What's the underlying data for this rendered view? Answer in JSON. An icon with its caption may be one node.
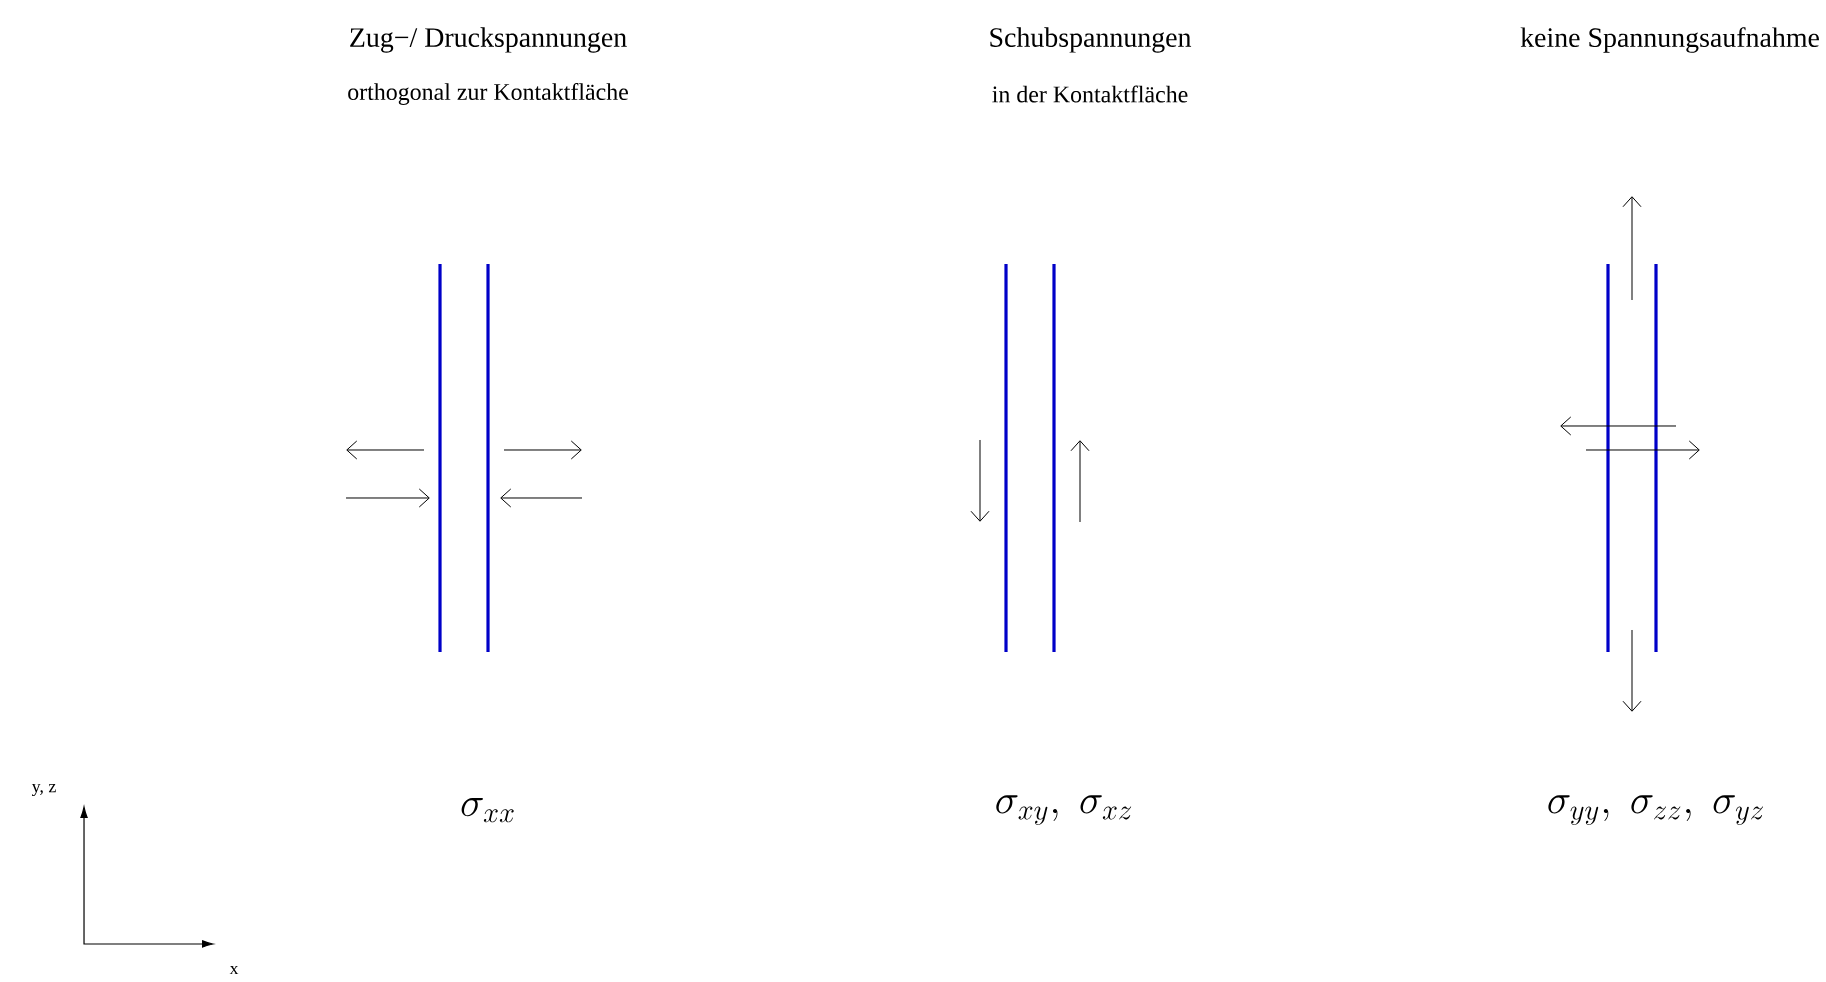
{
  "diagram": {
    "labels": [
      "Zug−/ Druckspannungen",
      "Schubspannungen",
      "keine Spannungsaufnahme",
      "orthogonal zur Kontaktfläche",
      "in der Kontaktfläche",
      "\\sigma_{xx}",
      "\\sigma_{xy},\\; \\sigma_{xz}",
      "\\sigma_{yy},\\; \\sigma_{zz},\\; \\sigma_{yz}",
      "y, z",
      "x"
    ]
  }
}
